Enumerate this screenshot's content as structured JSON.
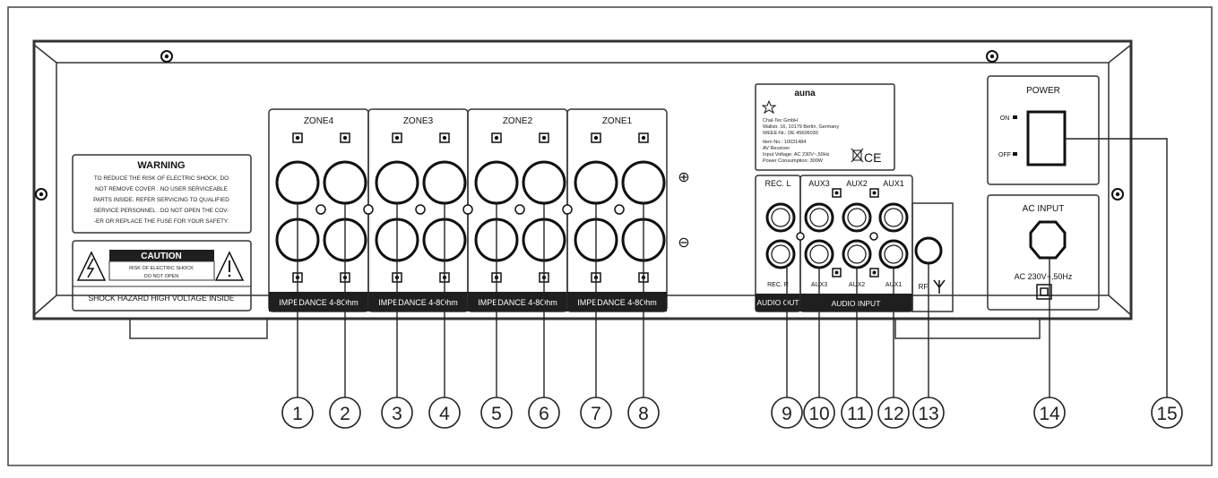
{
  "frame_color": "#333333",
  "band_color": "#1f1f1f",
  "warning": {
    "title": "WARNING",
    "lines": [
      "TO REDUCE THE RISK OF ELECTRIC SHOCK, DO",
      "NOT REMOVE COVER . NO USER SERVICEABLE",
      "PARTS INSIDE. REFER SERVICING TO QUALIFIED",
      "SERVICE PERSONNEL . DO NOT OPEN THE COV-",
      "-ER OR REPLACE THE FUSE FOR YOUR SAFETY."
    ]
  },
  "caution": {
    "title": "CAUTION",
    "line1": "RISK OF ELECTRIC SHOCK",
    "line2": "DO NOT OPEN",
    "footer": "SHOCK HAZARD HIGH VOLTAGE INSIDE"
  },
  "zones": [
    {
      "name": "ZONE4",
      "impedance": "IMPEDANCE 4-8Ohm"
    },
    {
      "name": "ZONE3",
      "impedance": "IMPEDANCE 4-8Ohm"
    },
    {
      "name": "ZONE2",
      "impedance": "IMPEDANCE 4-8Ohm"
    },
    {
      "name": "ZONE1",
      "impedance": "IMPEDANCE 4-8Ohm"
    }
  ],
  "polarity": {
    "plus": "⊕",
    "minus": "⊖"
  },
  "label_plate": {
    "brand": "auna",
    "lines": [
      "Chal-Tec GmbH",
      "Wallstr. 16, 10179 Berlin, Germany",
      "WEEE-Nr.: DE 45606030",
      "Item No.: 10031484",
      "AV Receiver",
      "Input Voltage: AC 230V~,50Hz",
      "Power Consumption: 300W"
    ],
    "ce": "CE"
  },
  "rec": {
    "top": "REC. L",
    "bottom": "REC. R",
    "band": "AUDIO OUT"
  },
  "aux_top": [
    "AUX3",
    "AUX2",
    "AUX1"
  ],
  "aux_bottom": [
    "AUX3",
    "AUX2",
    "AUX1"
  ],
  "audio_input_label": "AUDIO INPUT",
  "rf_label": "RF",
  "power": {
    "title": "POWER",
    "on": "ON",
    "off": "OFF"
  },
  "ac_input": {
    "title": "AC INPUT",
    "spec": "AC 230V~,50Hz"
  },
  "callouts": [
    "1",
    "2",
    "3",
    "4",
    "5",
    "6",
    "7",
    "8",
    "9",
    "10",
    "11",
    "12",
    "13",
    "14",
    "15"
  ]
}
